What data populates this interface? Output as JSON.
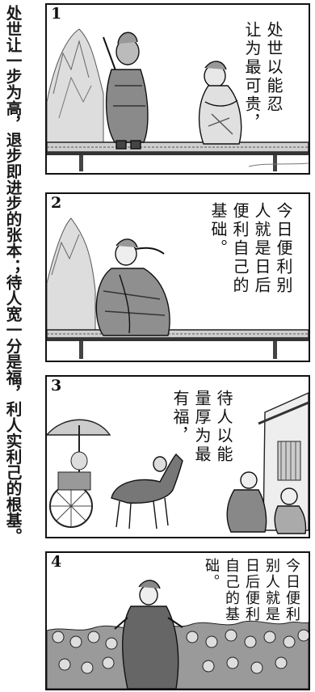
{
  "margin_text": "处世让一步为高，退步即进步的张本；待人宽一分是福，利人实利己的根基。",
  "panels": [
    {
      "number": "1",
      "caption": "处世以能忍\n让为最可贵，"
    },
    {
      "number": "2",
      "caption": "今日便利别\n人就是日后\n便利自己的\n基础。"
    },
    {
      "number": "3",
      "caption": "待人以能\n量厚为最\n有福，"
    },
    {
      "number": "4",
      "caption": "今日便利\n别人就是\n日后便利\n自己的基\n础。"
    }
  ]
}
